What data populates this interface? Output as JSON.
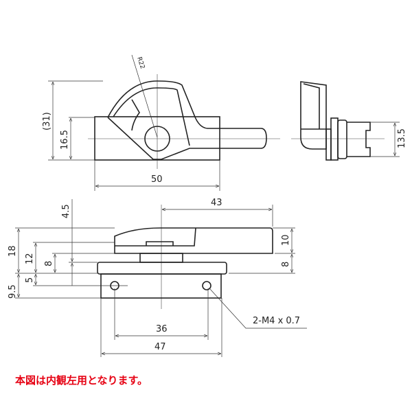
{
  "drawing": {
    "top_view": {
      "radius": "R22",
      "height_total": "(31)",
      "height_base": "16.5",
      "width": "50",
      "side_height": "13.5"
    },
    "front_view": {
      "handle_length": "43",
      "offset": "4.5",
      "total_height": "18",
      "height_12": "12",
      "height_8_left": "8",
      "base_height": "9.5",
      "hole_height": "5",
      "handle_thickness": "10",
      "height_8_right": "8",
      "hole_pitch": "36",
      "base_width": "47",
      "thread_spec": "2-M4 x 0.7"
    },
    "note": "本図は内観左用となります。",
    "colors": {
      "line": "#222222",
      "note": "#e60012"
    }
  }
}
